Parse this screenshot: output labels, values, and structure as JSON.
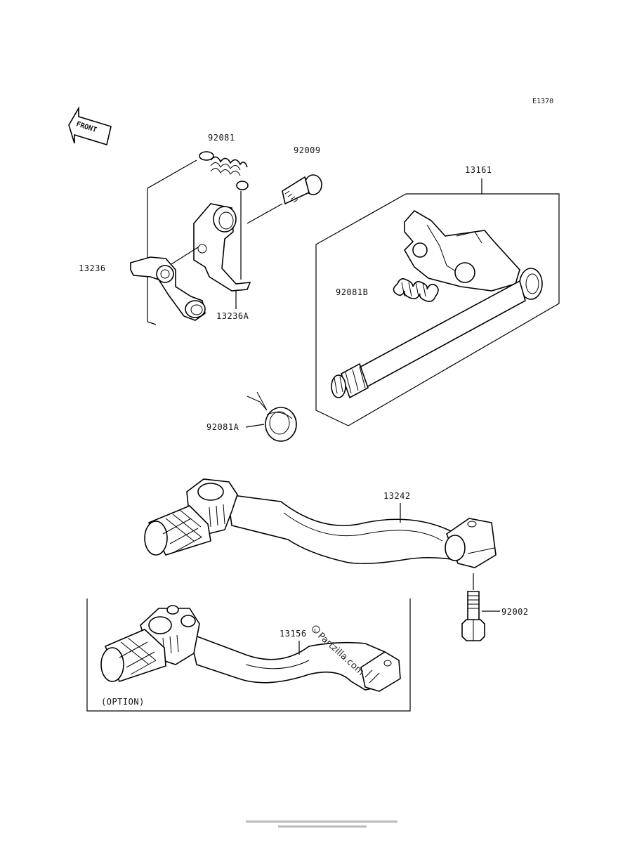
{
  "diagram_code": "E1370",
  "front_label": "FRONT",
  "option_label": "(OPTION)",
  "watermark": "Partzilla.com",
  "parts": {
    "spring_top": "92081",
    "bolt_small": "92009",
    "arm_assy": "13236",
    "arm_a": "13236A",
    "shaft_assy": "13161",
    "spring_b": "92081B",
    "spring_a": "92081A",
    "pedal": "13242",
    "bolt_pedal": "92002",
    "pedal_option": "13156"
  }
}
